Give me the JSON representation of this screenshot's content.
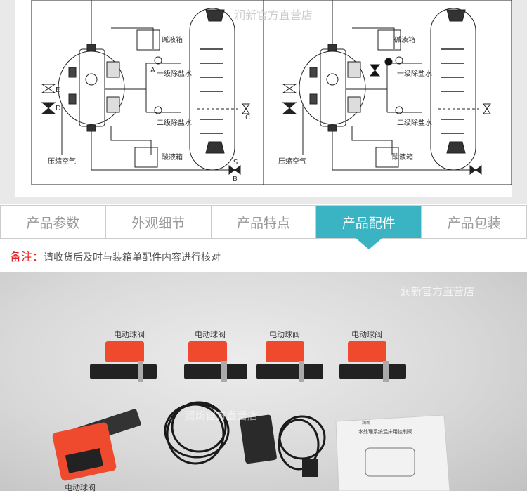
{
  "diagram": {
    "watermark": "润新官方直营店",
    "labels": {
      "alkali_tank": "碱液箱",
      "primary_water": "一级除盐水",
      "secondary_water": "二级除盐水",
      "acid_tank": "酸液箱",
      "compressed_air": "压缩空气",
      "valve_a": "A",
      "valve_b": "B",
      "valve_c": "C",
      "valve_d": "D",
      "valve_e": "E",
      "solenoid": "S"
    }
  },
  "tabs": [
    {
      "label": "产品参数",
      "active": false
    },
    {
      "label": "外观细节",
      "active": false
    },
    {
      "label": "产品特点",
      "active": false
    },
    {
      "label": "产品配件",
      "active": true
    },
    {
      "label": "产品包装",
      "active": false
    }
  ],
  "note": {
    "key": "备注：",
    "text": "请收货后及时与装箱单配件内容进行核对"
  },
  "photo": {
    "watermark": "润新官方直营店",
    "item_label": "电动球阀",
    "manual_title": "水处理系统混床用控制阀",
    "manual_brand": "润新"
  },
  "colors": {
    "accent": "#3ab3c3",
    "note_key": "#e02020",
    "valve_actuator": "#f04a2e"
  }
}
